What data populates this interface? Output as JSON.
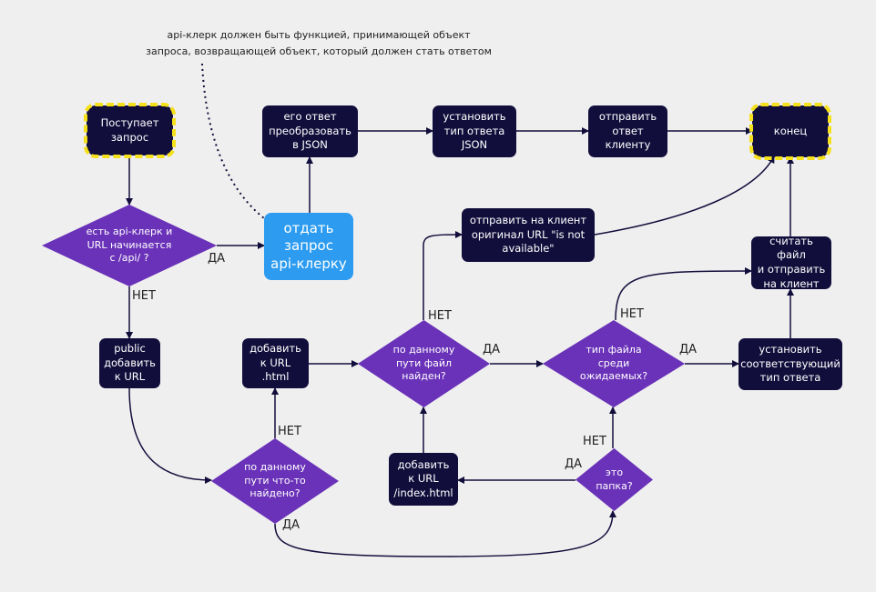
{
  "note": "api-клерк должен быть функцией, принимающей объект\nзапроса, возвращающей объект, который должен стать ответом",
  "nodes": {
    "start": "Поступает\nзапрос",
    "is_api": "есть api-клерк и\nURL начинается\nс /api/ ?",
    "send_api": "отдать\nзапрос\napi-клерку",
    "to_json": "его ответ\nпреобразовать\nв JSON",
    "set_json_type": "установить\nтип ответа\nJSON",
    "send_client": "отправить\nответ\nклиенту",
    "end": "конец",
    "public_url": "public\nдобавить\nк URL",
    "add_html": "добавить\nк URL\n.html",
    "something_found": "по данному\nпути что-то\nнайдено?",
    "file_found": "по данному\nпути файл\nнайден?",
    "send_not_available": "отправить на клиент\nоригинал URL \"is not\navailable\"",
    "file_type_expected": "тип файла\nсреди\nожидаемых?",
    "read_send_file": "считать файл\nи отправить\nна клиент",
    "set_type": "установить\nсоответствующий\nтип ответа",
    "add_index": "добавить\nк URL\n/index.html",
    "is_folder": "это\nпапка?"
  },
  "edge_labels": {
    "yes": "ДА",
    "no": "НЕТ"
  },
  "colors": {
    "background": "#efefef",
    "dark_node": "#120e3c",
    "diamond": "#6a32b8",
    "api_node": "#2d9cf0",
    "terminal_dash": "#f5e11b"
  }
}
